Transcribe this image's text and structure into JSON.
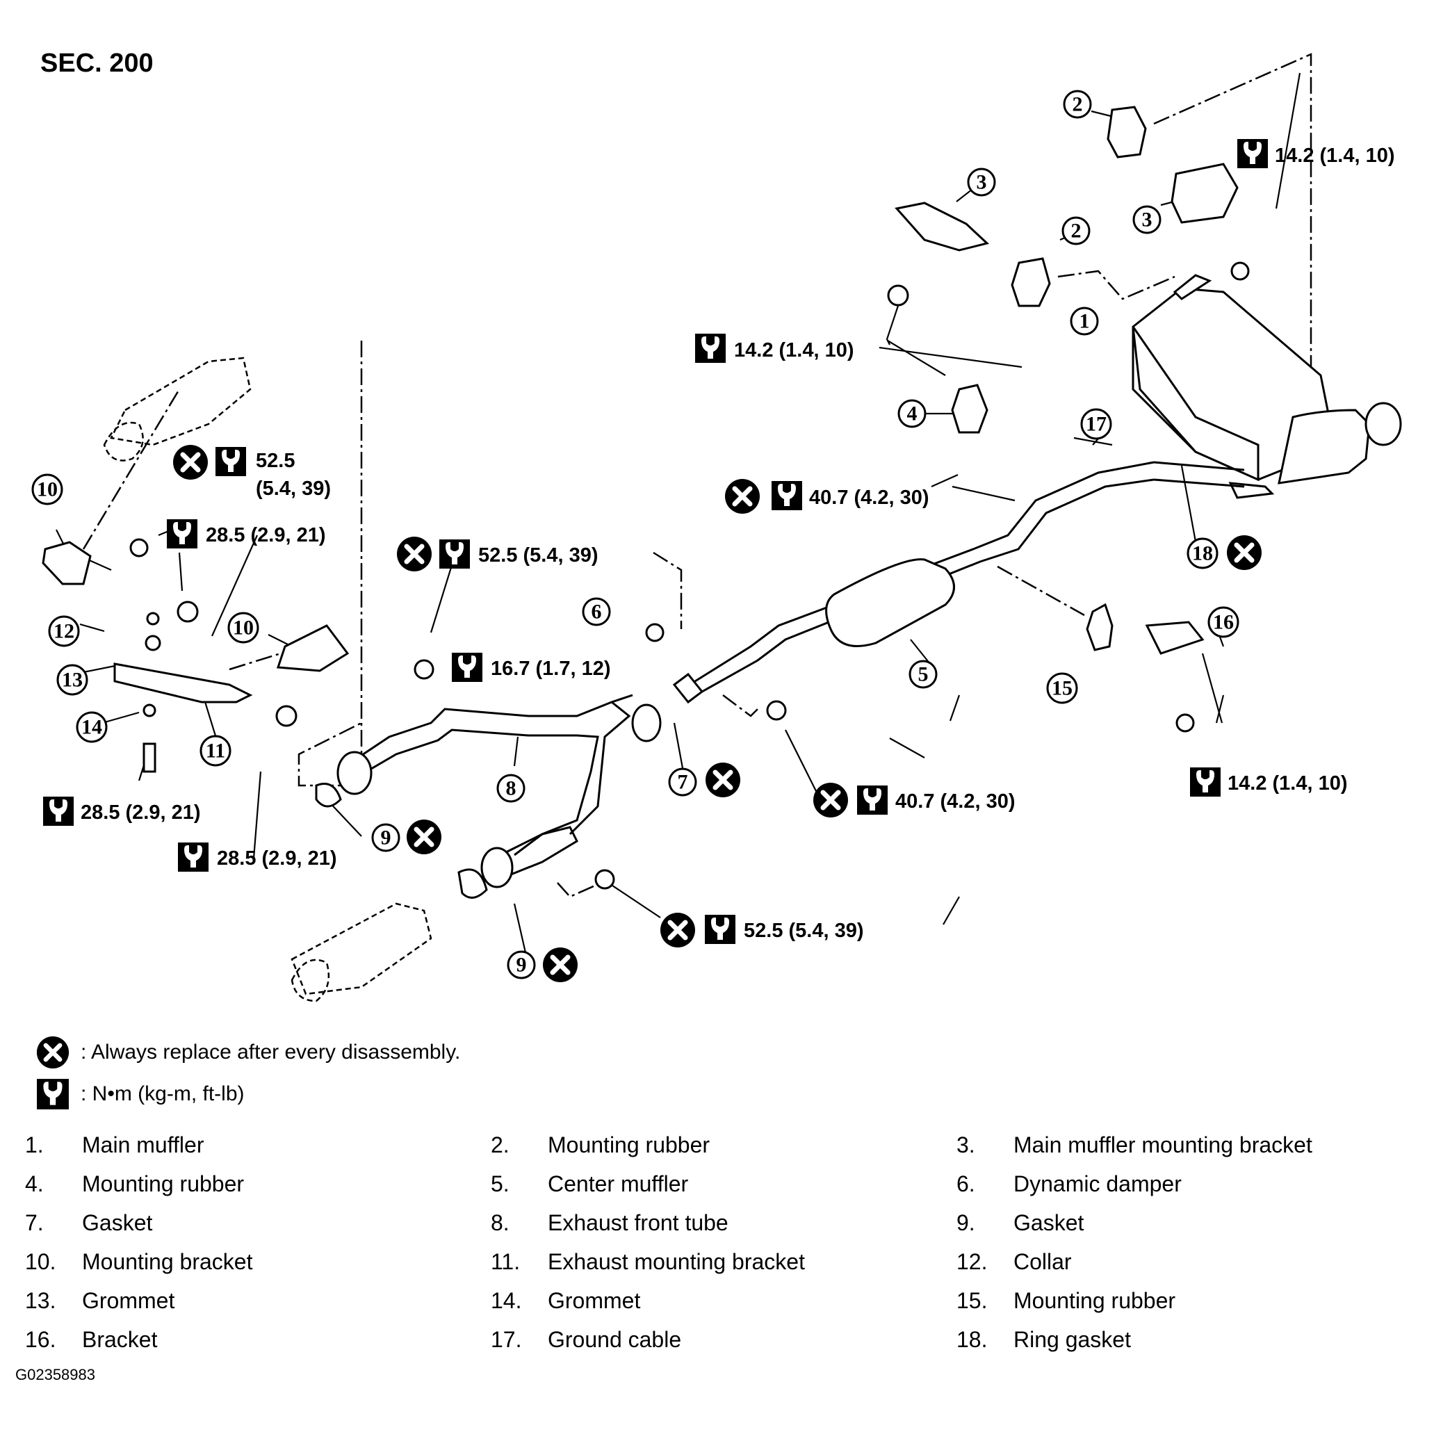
{
  "section": "SEC. 200",
  "torque_labels": {
    "t1": "14.2 (1.4, 10)",
    "t2": "14.2 (1.4, 10)",
    "t3": "14.2 (1.4, 10)",
    "t4": "52.5",
    "t4b": "(5.4, 39)",
    "t5": "28.5 (2.9, 21)",
    "t6": "52.5 (5.4, 39)",
    "t7": "16.7 (1.7, 12)",
    "t8": "40.7 (4.2, 30)",
    "t9": "40.7 (4.2, 30)",
    "t10": "28.5 (2.9, 21)",
    "t11": "28.5 (2.9, 21)",
    "t12": "52.5 (5.4, 39)"
  },
  "callouts": {
    "c1": "1",
    "c2a": "2",
    "c2b": "2",
    "c3a": "3",
    "c3b": "3",
    "c4": "4",
    "c5": "5",
    "c6": "6",
    "c7": "7",
    "c8": "8",
    "c9a": "9",
    "c9b": "9",
    "c10a": "10",
    "c10b": "10",
    "c11": "11",
    "c12": "12",
    "c13": "13",
    "c14": "14",
    "c15": "15",
    "c16": "16",
    "c17": "17",
    "c18": "18"
  },
  "legend": {
    "replace": ": Always replace after every disassembly.",
    "torque_unit": ":  N•m  (kg-m,  ft-lb)"
  },
  "parts": [
    {
      "num": "1.",
      "name": "Main muffler"
    },
    {
      "num": "2.",
      "name": "Mounting rubber"
    },
    {
      "num": "3.",
      "name": "Main muffler mounting bracket"
    },
    {
      "num": "4.",
      "name": "Mounting rubber"
    },
    {
      "num": "5.",
      "name": "Center muffler"
    },
    {
      "num": "6.",
      "name": "Dynamic damper"
    },
    {
      "num": "7.",
      "name": "Gasket"
    },
    {
      "num": "8.",
      "name": "Exhaust front tube"
    },
    {
      "num": "9.",
      "name": "Gasket"
    },
    {
      "num": "10.",
      "name": "Mounting bracket"
    },
    {
      "num": "11.",
      "name": "Exhaust mounting bracket"
    },
    {
      "num": "12.",
      "name": "Collar"
    },
    {
      "num": "13.",
      "name": "Grommet"
    },
    {
      "num": "14.",
      "name": "Grommet"
    },
    {
      "num": "15.",
      "name": "Mounting rubber"
    },
    {
      "num": "16.",
      "name": "Bracket"
    },
    {
      "num": "17.",
      "name": "Ground cable"
    },
    {
      "num": "18.",
      "name": "Ring gasket"
    }
  ],
  "figure_id": "G02358983"
}
